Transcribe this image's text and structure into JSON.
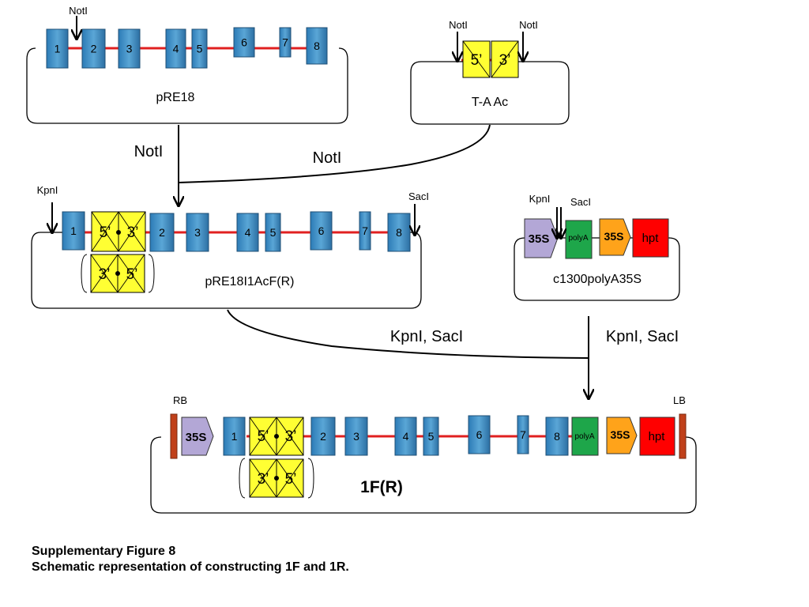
{
  "plasmids": {
    "pre18": {
      "name": "pRE18",
      "exons": [
        "1",
        "2",
        "3",
        "4",
        "5",
        "6",
        "7",
        "8"
      ],
      "site": "NotI"
    },
    "ta": {
      "name": "T-A Ac",
      "frag": [
        "5’",
        "3’"
      ],
      "site_left": "NotI",
      "site_right": "NotI"
    },
    "mid": {
      "name": "pRE18I1AcF(R)",
      "exons": [
        "1",
        "2",
        "3",
        "4",
        "5",
        "6",
        "7",
        "8"
      ],
      "insert_fwd": [
        "5’",
        "3’"
      ],
      "insert_rev": [
        "3’",
        "5’"
      ],
      "site_left": "KpnI",
      "site_right": "SacI"
    },
    "c1300": {
      "name": "c1300polyA35S",
      "promoter": "35S",
      "polya": "polyA",
      "promoter2": "35S",
      "hpt": "hpt",
      "site1": "KpnI",
      "site2": "SacI"
    },
    "final": {
      "name": "1F(R)",
      "rb": "RB",
      "lb": "LB",
      "promoter": "35S",
      "exons": [
        "1",
        "2",
        "3",
        "4",
        "5",
        "6",
        "7",
        "8"
      ],
      "insert_fwd": [
        "5’",
        "3’"
      ],
      "insert_rev": [
        "3’",
        "5’"
      ],
      "polya": "polyA",
      "promoter2": "35S",
      "hpt": "hpt"
    }
  },
  "edges": {
    "noti_a": "NotI",
    "noti_b": "NotI",
    "kpn_sac_a": "KpnI, SacI",
    "kpn_sac_b": "KpnI, SacI"
  },
  "caption": {
    "line1": "Supplementary Figure 8",
    "line2": "Schematic representation of constructing 1F and 1R."
  },
  "colors": {
    "exon": "#3a8cc4",
    "exon_dark": "#1f5f8e",
    "insert": "#ffff33",
    "backbone": "#e02020",
    "promoter": "#b3a7d6",
    "polya": "#1ea64a",
    "promoter2": "#ffa31a",
    "hpt": "#ff0000",
    "border": "#c0401a"
  }
}
